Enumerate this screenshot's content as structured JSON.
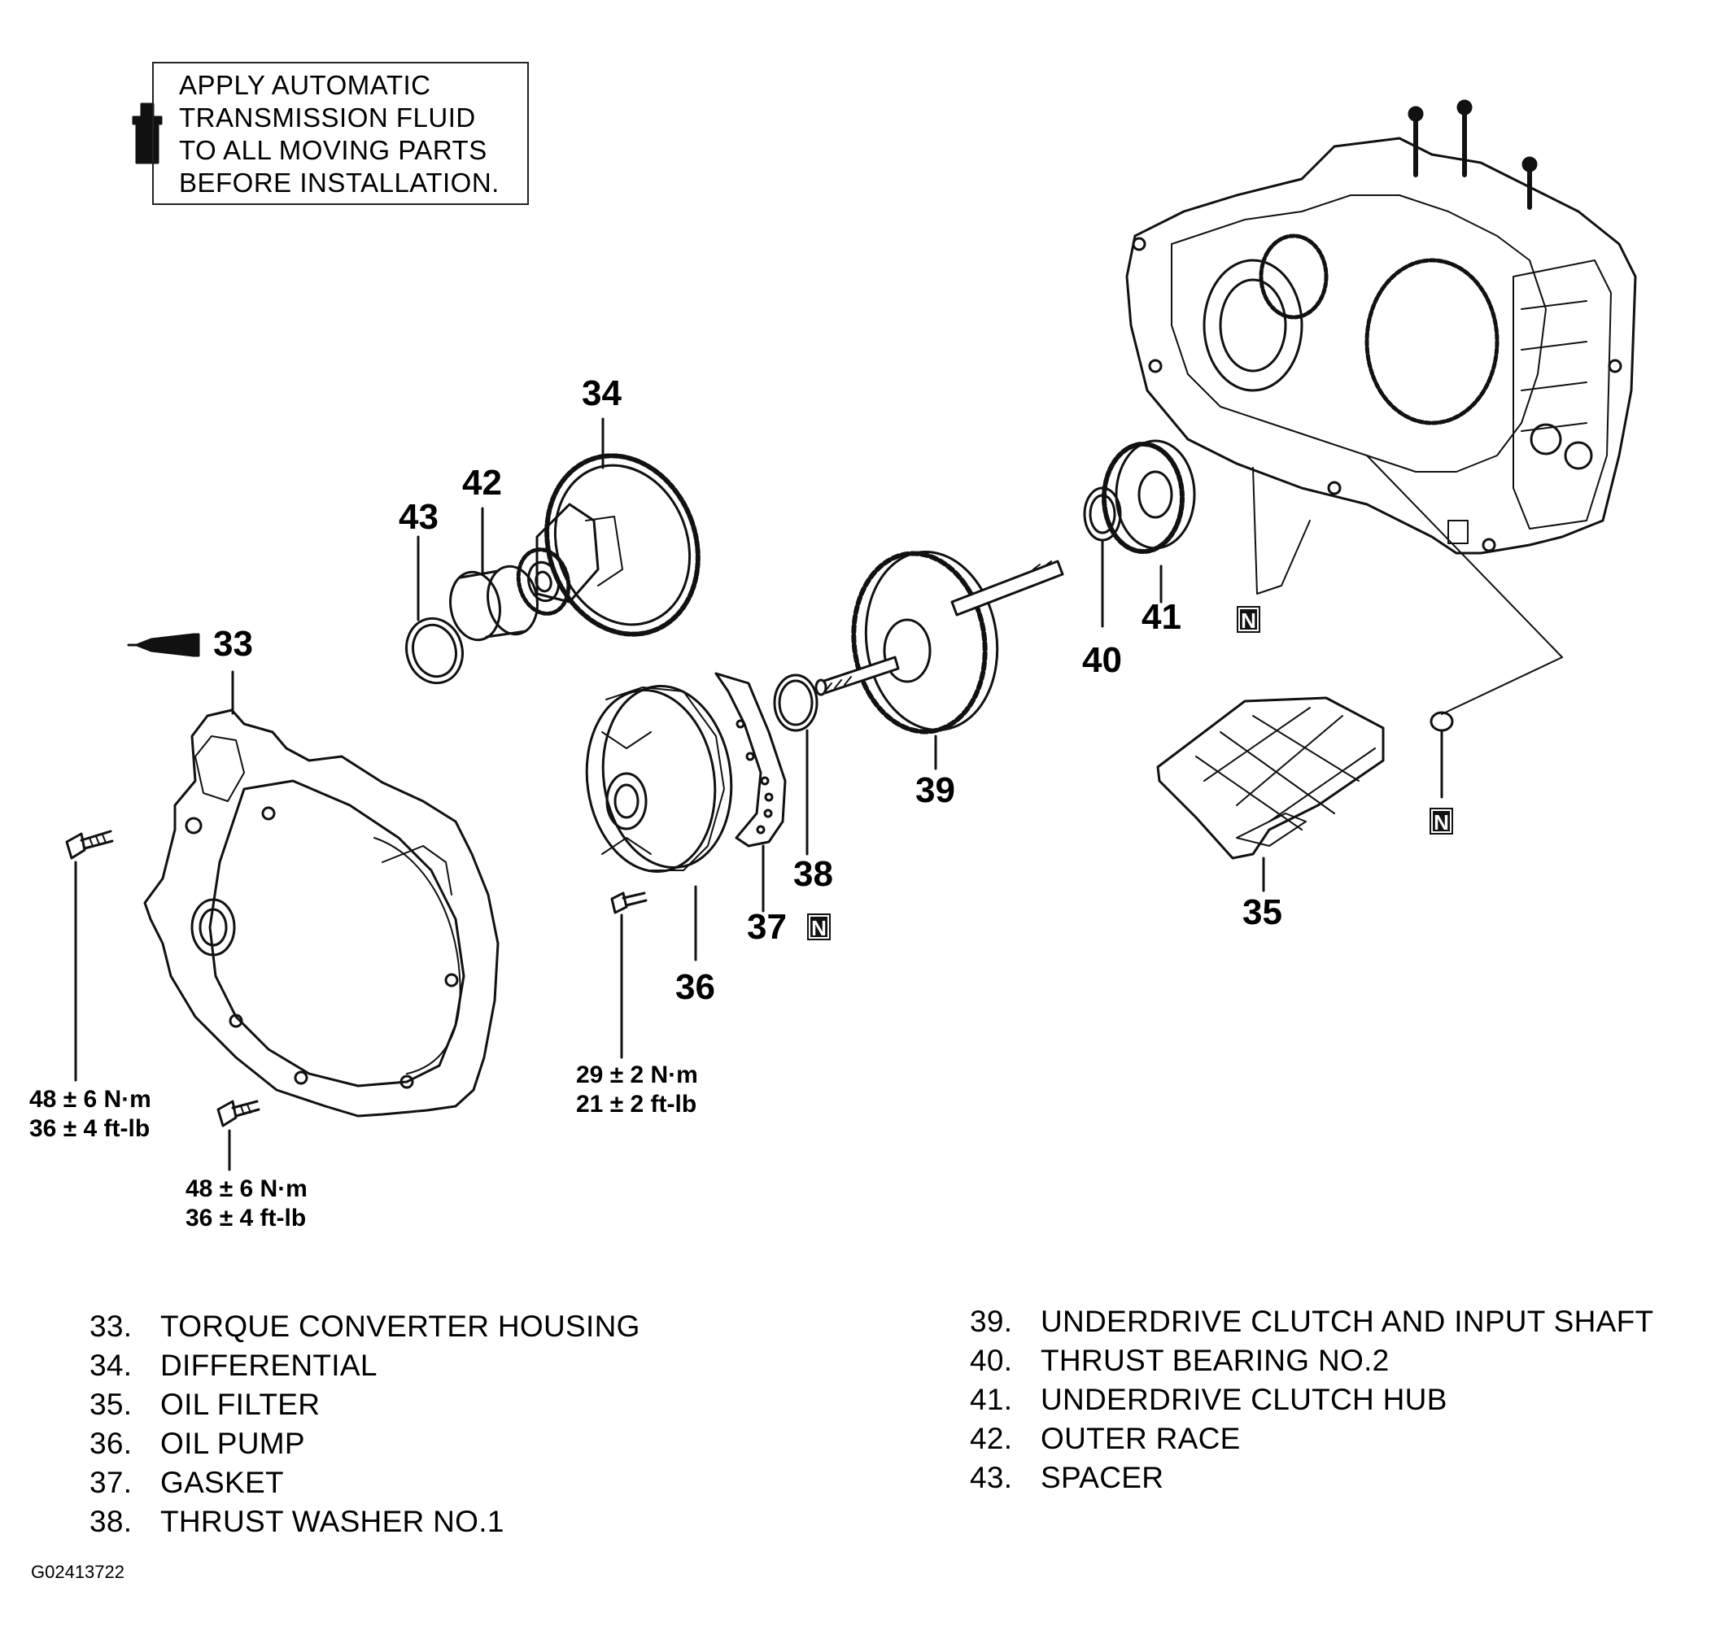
{
  "note": {
    "lines": [
      "APPLY AUTOMATIC",
      "TRANSMISSION FLUID",
      "TO ALL MOVING PARTS",
      "BEFORE INSTALLATION."
    ]
  },
  "callouts": {
    "c33": "33",
    "c34": "34",
    "c35": "35",
    "c36": "36",
    "c37": "37",
    "c38": "38",
    "c39": "39",
    "c40": "40",
    "c41": "41",
    "c42": "42",
    "c43": "43"
  },
  "n_mark": "N",
  "torque": {
    "housing_bolt_left": {
      "nm": "48 ± 6 N·m",
      "ftlb": "36 ± 4 ft-lb"
    },
    "housing_bolt_bottom": {
      "nm": "48 ± 6 N·m",
      "ftlb": "36 ± 4 ft-lb"
    },
    "pump_bolt": {
      "nm": "29 ± 2 N·m",
      "ftlb": "21 ± 2 ft-lb"
    }
  },
  "legend": {
    "left": [
      {
        "num": "33.",
        "name": "TORQUE CONVERTER HOUSING"
      },
      {
        "num": "34.",
        "name": "DIFFERENTIAL"
      },
      {
        "num": "35.",
        "name": "OIL FILTER"
      },
      {
        "num": "36.",
        "name": "OIL PUMP"
      },
      {
        "num": "37.",
        "name": "GASKET"
      },
      {
        "num": "38.",
        "name": "THRUST WASHER NO.1"
      }
    ],
    "right": [
      {
        "num": "39.",
        "name": "UNDERDRIVE CLUTCH AND INPUT SHAFT"
      },
      {
        "num": "40.",
        "name": "THRUST BEARING NO.2"
      },
      {
        "num": "41.",
        "name": "UNDERDRIVE CLUTCH HUB"
      },
      {
        "num": "42.",
        "name": "OUTER RACE"
      },
      {
        "num": "43.",
        "name": "SPACER"
      }
    ]
  },
  "figure_id": "G02413722"
}
